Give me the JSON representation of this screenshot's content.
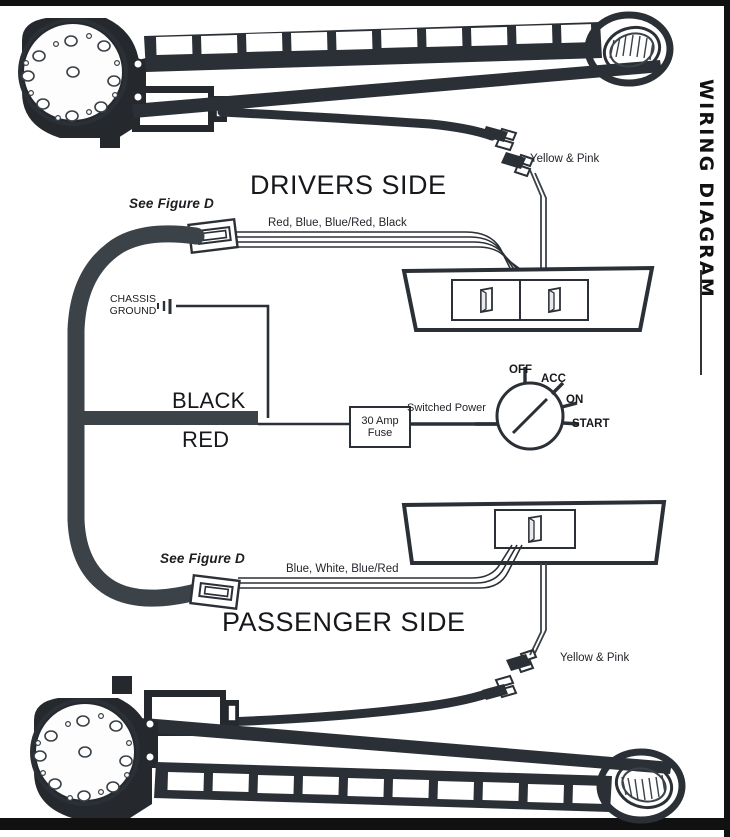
{
  "sidebar": {
    "title": "WIRING DIAGRAM"
  },
  "sections": {
    "drivers_side": "DRIVERS SIDE",
    "passenger_side": "PASSENGER SIDE"
  },
  "labels": {
    "see_figure_d_top": "See Figure D",
    "see_figure_d_bottom": "See Figure D",
    "drivers_wires": "Red, Blue, Blue/Red, Black",
    "passenger_wires": "Blue, White, Blue/Red",
    "yellow_pink_top": "Yellow & Pink",
    "yellow_pink_bottom": "Yellow & Pink",
    "chassis_ground_line1": "CHASSIS",
    "chassis_ground_line2": "GROUND",
    "black_wire": "BLACK",
    "red_wire": "RED",
    "switched_power": "Switched Power",
    "fuse_line1": "30 Amp",
    "fuse_line2": "Fuse"
  },
  "ignition_switch": {
    "positions": [
      "OFF",
      "ACC",
      "ON",
      "START"
    ]
  },
  "colors": {
    "ink": "#1d1d22",
    "harness": "#3b4248",
    "line": "#2b2f36",
    "frame": "#111111",
    "paper": "#ffffff"
  }
}
